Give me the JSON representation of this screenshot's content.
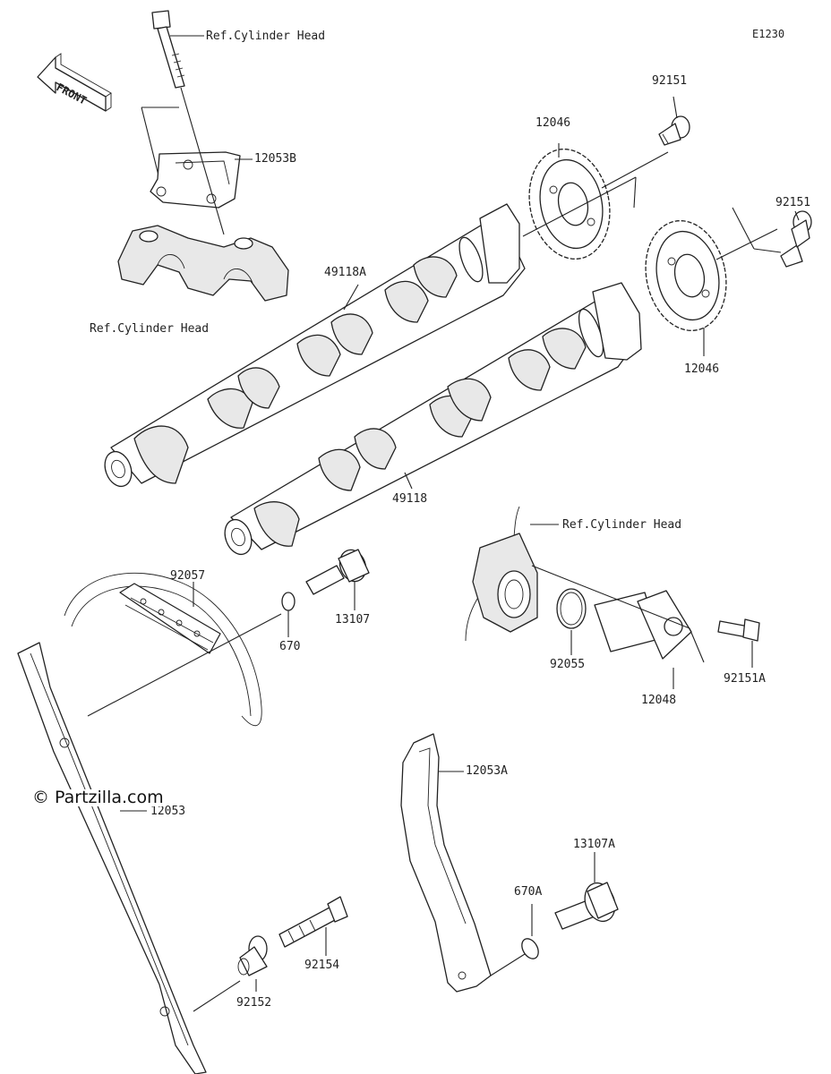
{
  "diagram": {
    "code": "E1230",
    "front_label": "FRONT",
    "watermark": "© Partzilla.com",
    "labels": {
      "ref_head_top": "Ref.Cylinder Head",
      "p12053B": "12053B",
      "ref_head_left": "Ref.Cylinder Head",
      "p92151_a": "92151",
      "p12046_a": "12046",
      "p92151_b": "92151",
      "p49118A": "49118A",
      "p12046_b": "12046",
      "p49118": "49118",
      "ref_head_right": "Ref.Cylinder Head",
      "p92057": "92057",
      "p13107": "13107",
      "p670": "670",
      "p92055": "92055",
      "p12048": "12048",
      "p92151A": "92151A",
      "p12053A": "12053A",
      "p12053": "12053",
      "p13107A": "13107A",
      "p670A": "670A",
      "p92154": "92154",
      "p92152": "92152"
    }
  }
}
